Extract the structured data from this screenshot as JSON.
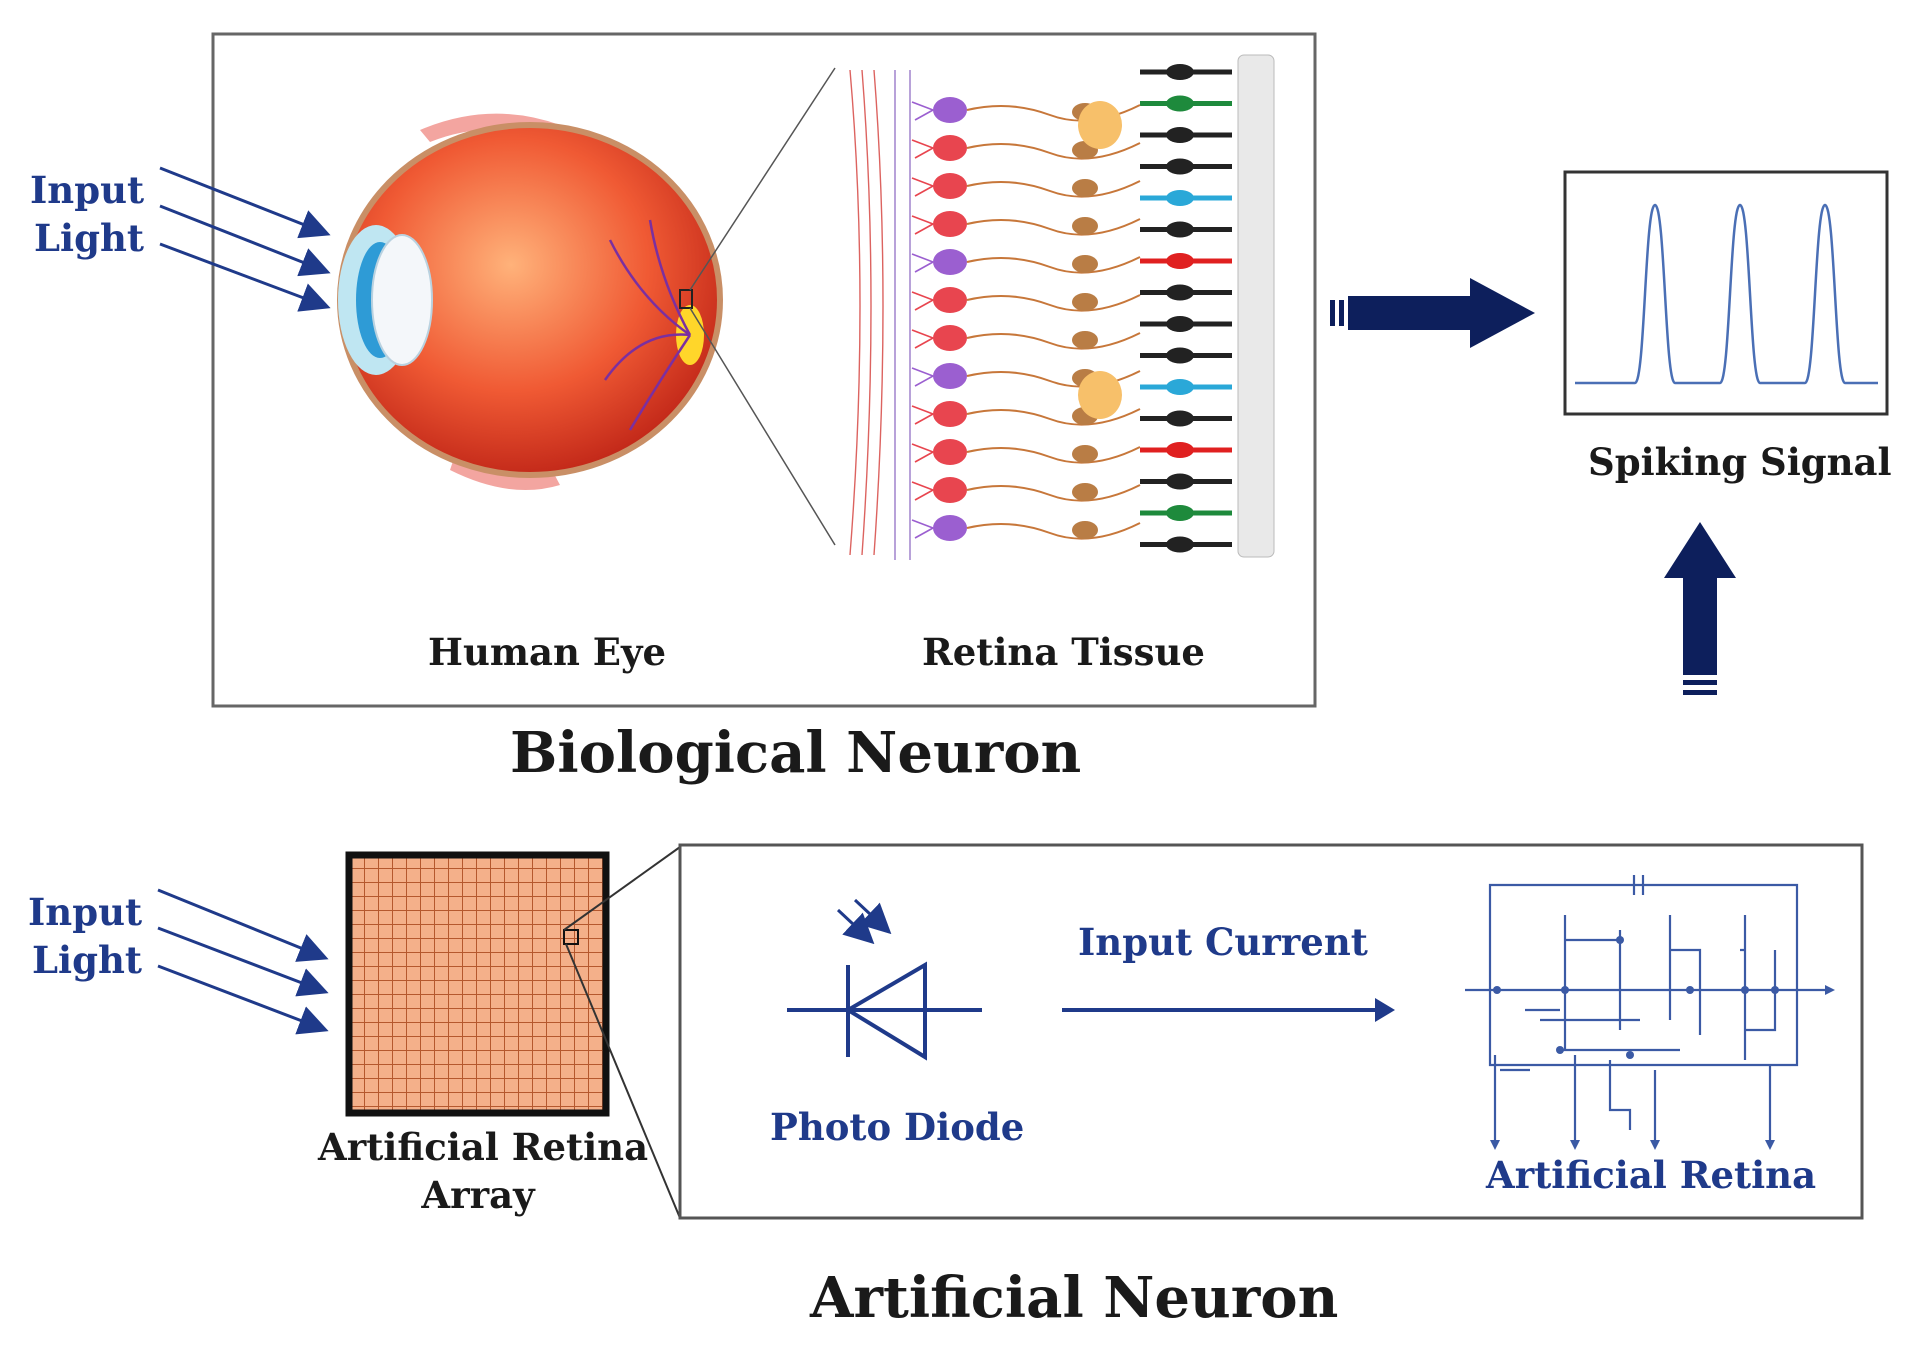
{
  "biological": {
    "input_light": [
      "Input",
      "Light"
    ],
    "eye_label": "Human Eye",
    "tissue_label": "Retina Tissue",
    "section_title": "Biological Neuron"
  },
  "signal": {
    "label": "Spiking Signal"
  },
  "artificial": {
    "input_light": [
      "Input",
      "Light"
    ],
    "array_label": [
      "Artificial Retina",
      "Array"
    ],
    "diode_label": "Photo Diode",
    "current_label": "Input Current",
    "retina_label": "Artificial Retina",
    "section_title": "Artificial Neuron"
  },
  "colors": {
    "accent_blue": "#1f3a8a",
    "arrow_navy": "#0d1f5c",
    "eye_red": "#e8402a",
    "grid_orange": "#e8a27c"
  }
}
